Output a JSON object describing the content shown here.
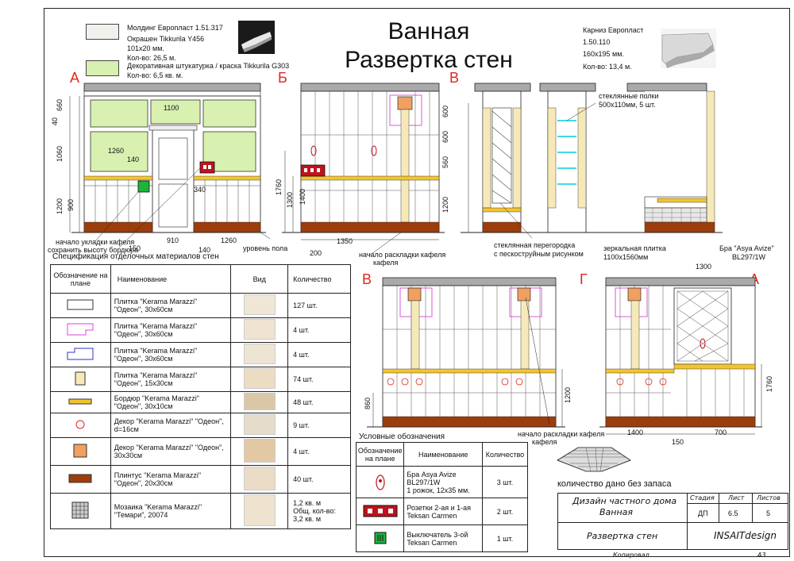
{
  "title_line1": "Ванная",
  "title_line2": "Развертка стен",
  "legend_top": {
    "molding_name": "Молдинг Европласт 1.51.317",
    "molding_paint": "Окрашен Tikkurila Y456",
    "molding_size": "101x20 мм.",
    "molding_qty": "Кол-во: 26,5 м.",
    "plaster_name": "Декоративная  штукатурка / краска Tikkurila G303",
    "plaster_qty": "Кол-во: 6,5 кв. м."
  },
  "cornice": {
    "name": "Карниз Европласт",
    "code": "1.50.110",
    "size": "160x195 мм.",
    "qty": "Кол-во: 13,4 м."
  },
  "view_letters": {
    "a1": "А",
    "b": "Б",
    "v1": "В",
    "v2": "В",
    "g": "Г",
    "a2": "А"
  },
  "dims": {
    "a_left": [
      "40",
      "660",
      "1060",
      "1200",
      "900"
    ],
    "a_top": [
      "1100",
      "1260",
      "140",
      "340"
    ],
    "a_bottom": [
      "150",
      "910",
      "140",
      "1260"
    ],
    "b_left": [
      "1760",
      "1300",
      "1400"
    ],
    "b_bottom": [
      "1350",
      "200"
    ],
    "v_right": [
      "600",
      "600",
      "560",
      "1200"
    ],
    "v2_left": "860",
    "v2_right": "1200",
    "a2_top": "1300",
    "a2_right": "1760",
    "a2_bottom": [
      "1400",
      "150",
      "700"
    ]
  },
  "annotations": {
    "tile_start": "начало укладки кафеля",
    "keep_border": "сохранить высоту бордюра",
    "floor_level": "уровень пола",
    "tile_layout_start": "начало раскладки кафеля",
    "tile_layout_start2": "начало раскладки кафеля",
    "glass_shelves": "стеклянные полки",
    "glass_shelves_size": "500x110мм, 5 шт.",
    "glass_partition": "стеклянная перегородка",
    "glass_partition2": "с пескоструйным рисунком",
    "mirror_tile": "зеркальная плитка",
    "mirror_tile_size": "1100x1560мм",
    "sconce": "Бра \"Asya Avize\"",
    "sconce_code": "BL297/1W",
    "no_reserve": "количество дано без запаса"
  },
  "spec_table": {
    "title": "Спецификация отделочных материалов стен",
    "headers": [
      "Обозначение на плане",
      "Наименование",
      "Вид",
      "Количество"
    ],
    "rows": [
      {
        "name": "Плитка \"Kerama Marazzi\" \"Одеон\", 30x60см",
        "qty": "127 шт.",
        "symbol": "rect-white",
        "view": "#efe6d6"
      },
      {
        "name": "Плитка \"Kerama Marazzi\" \"Одеон\", 30x60см",
        "qty": "4 шт.",
        "symbol": "notch-pink",
        "view": "#efe3d2"
      },
      {
        "name": "Плитка \"Kerama Marazzi\" \"Одеон\", 30x60см",
        "qty": "4 шт.",
        "symbol": "notch-blue",
        "view": "#eee4d4"
      },
      {
        "name": "Плитка \"Kerama Marazzi\" \"Одеон\", 15x30см",
        "qty": "74 шт.",
        "symbol": "rect-cream",
        "view": "#ecdcc2"
      },
      {
        "name": "Бордюр \"Kerama Marazzi\" \"Одеон\", 30x10см",
        "qty": "48 шт.",
        "symbol": "bar-yellow",
        "view": "#d9c7a6"
      },
      {
        "name": "Декор \"Kerama Marazzi\" \"Одеон\", d=16см",
        "qty": "9 шт.",
        "symbol": "circle-red",
        "view": "#e6dccb"
      },
      {
        "name": "Декор \"Kerama Marazzi\" \"Одеон\", 30x30см",
        "qty": "4 шт.",
        "symbol": "square-orange",
        "view": "#e2c9a4"
      },
      {
        "name": "Плинтус \"Kerama Marazzi\" \"Одеон\", 20x30см",
        "qty": "40 шт.",
        "symbol": "rect-brown",
        "view": "#eadcc6"
      },
      {
        "name": "Мозаика \"Kerama Marazzi\" \"Темари\", 20074",
        "qty": "1,2 кв. м\nОбщ. кол-во:\n3,2 кв. м",
        "symbol": "mosaic",
        "view": "#ede3cf"
      }
    ]
  },
  "legend_table": {
    "title": "Условные обозначения",
    "headers": [
      "Обозначение на плане",
      "Наименование",
      "Количество"
    ],
    "rows": [
      {
        "name": "Бра Asya Avize\nBL297/1W\n1 рожок, 12x35 мм.",
        "qty": "3 шт."
      },
      {
        "name": "Розетки 2-ая и 1-ая\nTeksan Carmen",
        "qty": "2 шт."
      },
      {
        "name": "Выключатель 3-ой\nTeksan Carmen",
        "qty": "1 шт."
      }
    ]
  },
  "stamp": {
    "project": "Дизайн частного дома",
    "room": "Ванная",
    "sheet_title": "Развертка стен",
    "studio": "INSAITdesign",
    "h_stage": "Стадия",
    "h_sheet": "Лист",
    "h_sheets": "Листов",
    "stage": "ДП",
    "sheet": "6.5",
    "sheets": "5",
    "copied": "Копировал",
    "format": "А3"
  },
  "colors": {
    "plaster_green": "#d8f0b0",
    "border_yellow": "#f4c430",
    "plinth_brown": "#9c3d0c",
    "decor_orange": "#f0a060",
    "switch_green": "#1db43a",
    "socket_red": "#c0121e",
    "letter_red": "#e0261e",
    "column_cream": "#f6e9b8",
    "glass_cyan": "#40d8e8"
  }
}
